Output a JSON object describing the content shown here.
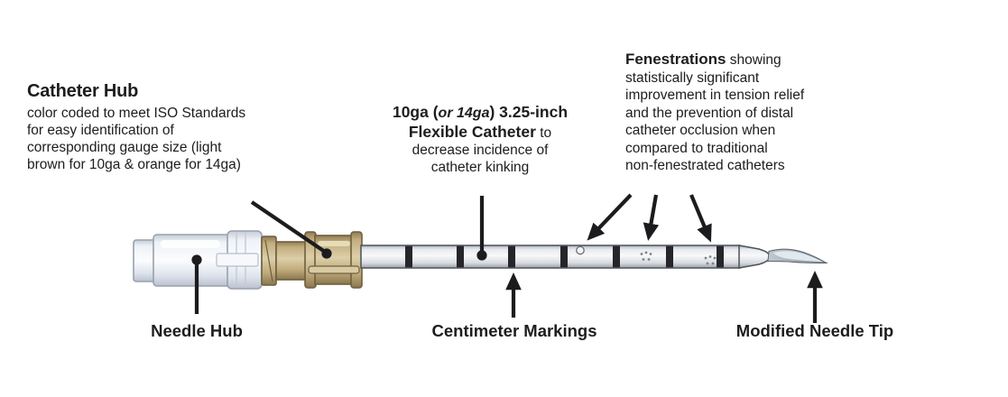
{
  "colors": {
    "ink": "#1d1d1f",
    "hub-tan": "#c9b489",
    "hub-tan-dark": "#6f5f3e",
    "marking": "#26262a",
    "plastic-outline": "#98a1ad"
  },
  "labels": {
    "catheter_hub": {
      "title": "Catheter Hub",
      "lines": [
        "color coded to meet ISO Standards",
        "for easy identification of",
        "corresponding gauge size (light",
        "brown for 10ga & orange for 14ga)"
      ]
    },
    "flexible_catheter": {
      "line1_pre": "10ga (",
      "line1_italic": "or 14ga",
      "line1_post": ") 3.25-inch",
      "line2_bold": "Flexible Catheter",
      "line2_rest": " to",
      "line3": "decrease incidence of",
      "line4": "catheter kinking"
    },
    "fenestrations": {
      "lead_bold": "Fenestrations",
      "lead_rest": " showing",
      "lines": [
        "statistically significant",
        "improvement in tension relief",
        "and the prevention of distal",
        "catheter occlusion when",
        "compared to traditional",
        "non-fenestrated catheters"
      ]
    },
    "needle_hub": "Needle Hub",
    "centimeter_markings": "Centimeter Markings",
    "modified_needle_tip": "Modified Needle Tip"
  }
}
